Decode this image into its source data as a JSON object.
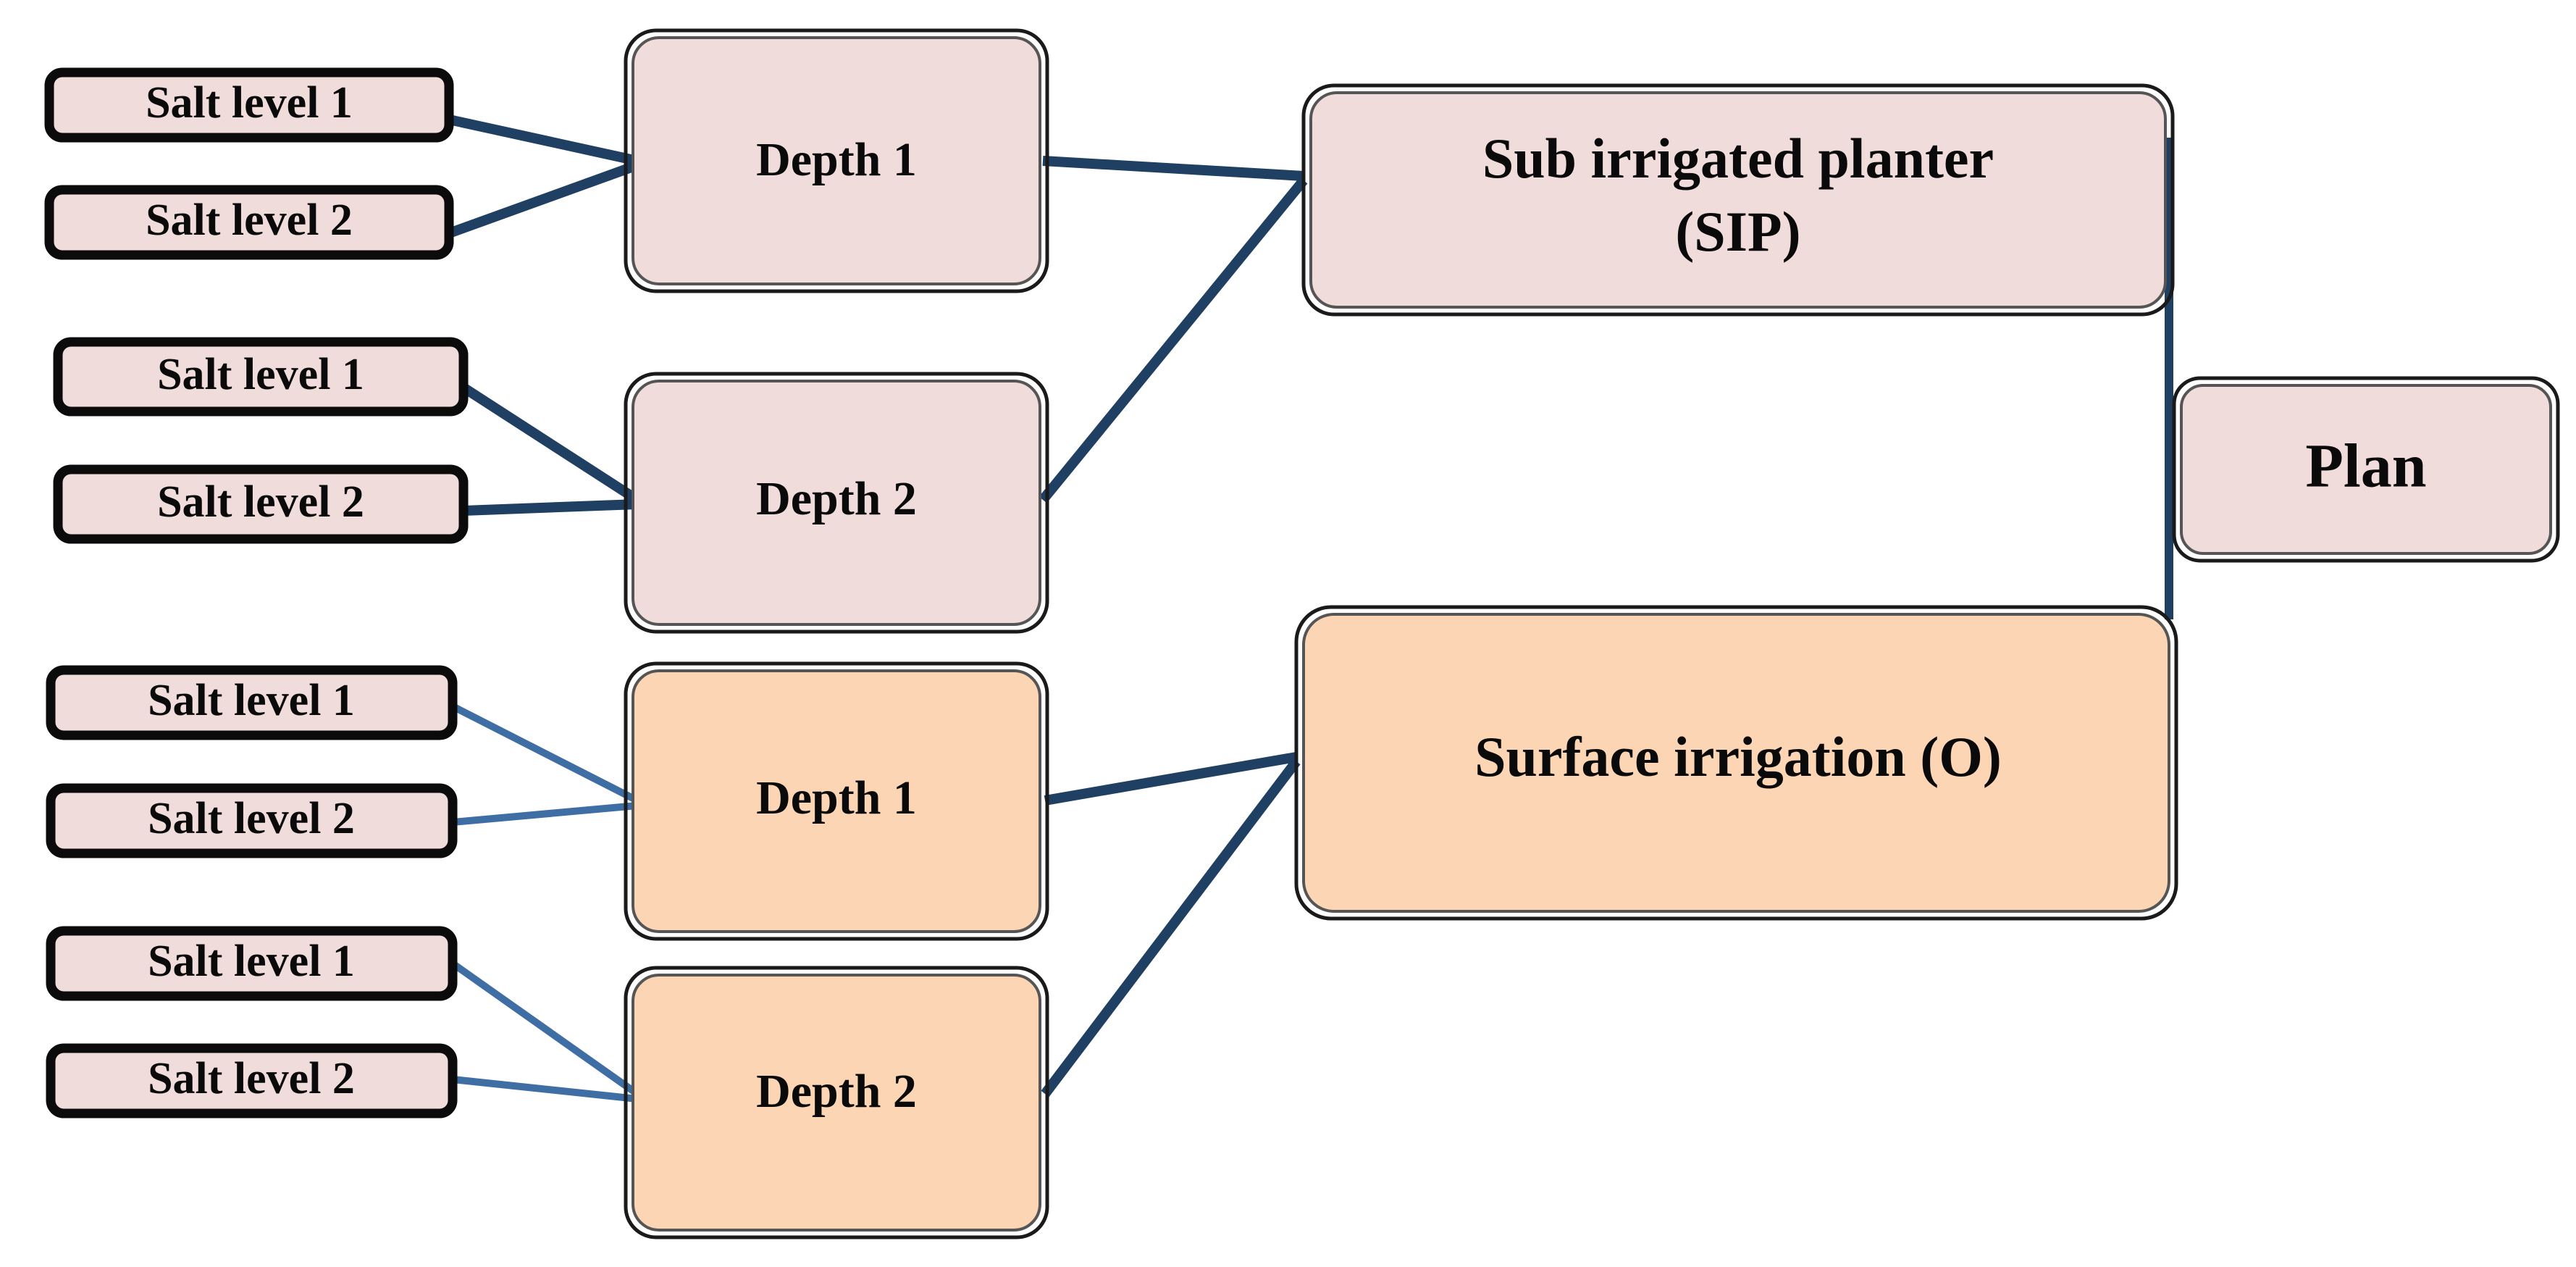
{
  "diagram": {
    "type": "tree-flowchart",
    "title": "Experimental design tree: irrigation plan factorial layout",
    "orientation": "left-to-right",
    "colors": {
      "pink_fill": "#f0dcda",
      "orange_fill": "#fcd5b4",
      "salt_border": "#0b0b0b",
      "connector_dark": "#1f3f63",
      "connector_light": "#3f6ea5",
      "text": "#0a0a0a",
      "background": "#ffffff"
    },
    "levels": [
      {
        "name": "salt-level",
        "count": 8
      },
      {
        "name": "depth",
        "count": 4
      },
      {
        "name": "irrigation-method",
        "count": 2
      },
      {
        "name": "plan",
        "count": 1
      }
    ],
    "salt_groups": [
      {
        "group_id": "group-1",
        "parent": "depth-1-sip",
        "connector_style": "dark",
        "items": [
          {
            "id": "salt-1-1",
            "label": "Salt level 1"
          },
          {
            "id": "salt-1-2",
            "label": "Salt level 2"
          }
        ]
      },
      {
        "group_id": "group-2",
        "parent": "depth-2-sip",
        "connector_style": "dark",
        "items": [
          {
            "id": "salt-2-1",
            "label": "Salt level 1"
          },
          {
            "id": "salt-2-2",
            "label": "Salt level 2"
          }
        ]
      },
      {
        "group_id": "group-3",
        "parent": "depth-1-surface",
        "connector_style": "light",
        "items": [
          {
            "id": "salt-3-1",
            "label": "Salt level 1"
          },
          {
            "id": "salt-3-2",
            "label": "Salt level 2"
          }
        ]
      },
      {
        "group_id": "group-4",
        "parent": "depth-2-surface",
        "connector_style": "light",
        "items": [
          {
            "id": "salt-4-1",
            "label": "Salt level 1"
          },
          {
            "id": "salt-4-2",
            "label": "Salt level 2"
          }
        ]
      }
    ],
    "depth_nodes": [
      {
        "id": "depth-1-sip",
        "label": "Depth 1",
        "fill": "pink",
        "parent": "sip"
      },
      {
        "id": "depth-2-sip",
        "label": "Depth 2",
        "fill": "pink",
        "parent": "sip"
      },
      {
        "id": "depth-1-surface",
        "label": "Depth 1",
        "fill": "orange",
        "parent": "surface"
      },
      {
        "id": "depth-2-surface",
        "label": "Depth 2",
        "fill": "orange",
        "parent": "surface"
      }
    ],
    "method_nodes": [
      {
        "id": "sip",
        "fill": "pink",
        "line1": "Sub irrigated planter",
        "line2": "(SIP)",
        "parent": "plan"
      },
      {
        "id": "surface",
        "fill": "orange",
        "line1": "Surface irrigation (O)",
        "line2": "",
        "parent": "plan"
      }
    ],
    "root_node": {
      "id": "plan",
      "label": "Plan",
      "fill": "pink"
    }
  }
}
